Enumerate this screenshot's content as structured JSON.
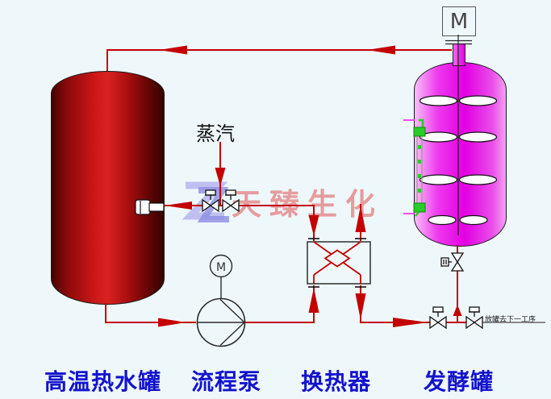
{
  "diagram_type": "process-flow-diagram",
  "equipment_labels": {
    "hot_water_tank": "高温热水罐",
    "process_pump": "流程泵",
    "heat_exchanger": "换热器",
    "fermenter": "发酵罐"
  },
  "annotations": {
    "steam": "蒸汽",
    "discharge_note": "放罐去下一工序"
  },
  "motors": {
    "fermenter_motor": "M",
    "pump_motor": "M"
  },
  "watermark": {
    "text": "天臻生化",
    "logo": "ZL-monogram"
  },
  "icons": [
    "gate-valve-icon",
    "motor-icon",
    "pump-icon",
    "heat-exchanger-icon",
    "flow-arrow-icon",
    "level-gauge-icon",
    "steam-nozzle-icon",
    "agitator-impeller-icon"
  ],
  "colors": {
    "background": "#eef8fb",
    "pipe_red": "#c40000",
    "pipe_gray": "#8a8a8a",
    "tank_dark_red": "#460303",
    "tank_bright_red": "#d92222",
    "fermenter_magenta": "#e400e4",
    "fermenter_light": "#f8c0f8",
    "label_blue": "#1313cd",
    "watermark_pink": "#e17d7d",
    "watermark_lavender": "#9d9de8",
    "gauge_green": "#29cc29",
    "symbol_outline": "#111111"
  }
}
